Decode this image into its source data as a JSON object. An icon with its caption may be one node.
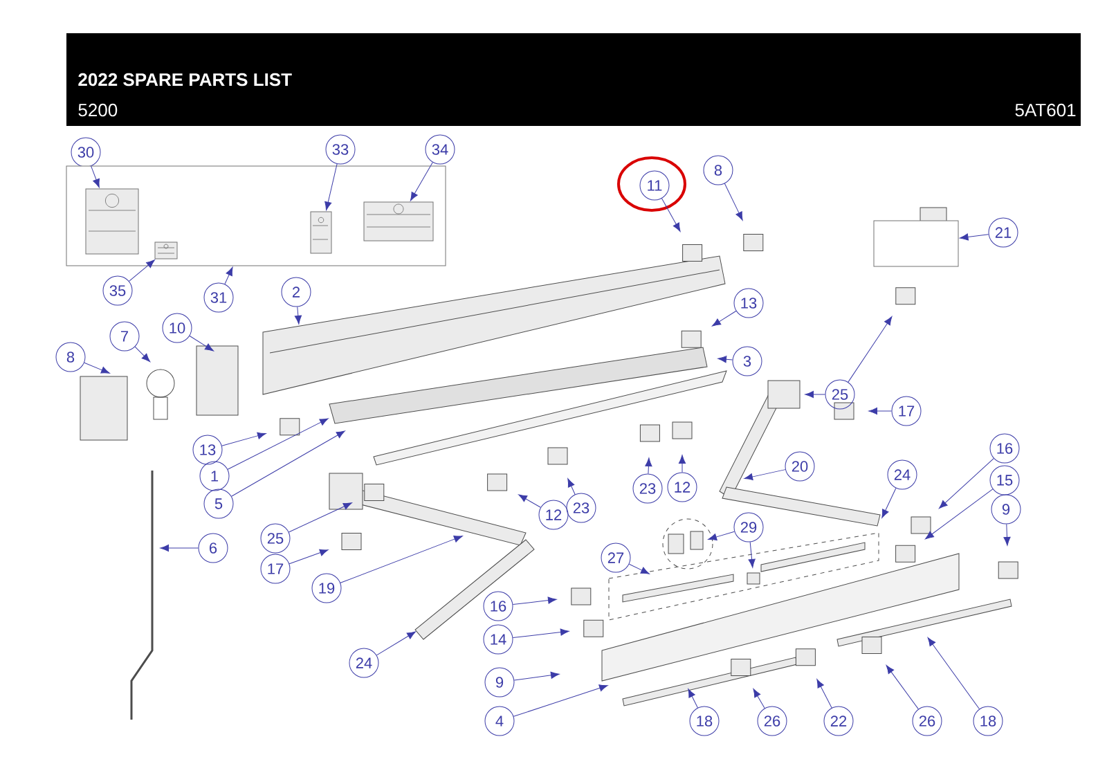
{
  "diagram": {
    "title": "2022 SPARE PARTS LIST",
    "nodes": [
      {
        "text": [
          "30"
        ]
      },
      {
        "text": [
          "33"
        ]
      },
      {
        "text": [
          "34"
        ]
      },
      {
        "text": [
          "35"
        ]
      },
      {
        "text": [
          "31"
        ]
      },
      {
        "text": [
          "2"
        ]
      },
      {
        "text": [
          "8"
        ]
      },
      {
        "text": [
          "7"
        ]
      },
      {
        "text": [
          "10"
        ]
      },
      {
        "text": [
          "13"
        ]
      },
      {
        "text": [
          "1"
        ]
      },
      {
        "text": [
          "5"
        ]
      },
      {
        "text": [
          "6"
        ]
      },
      {
        "text": [
          "25"
        ]
      },
      {
        "text": [
          "17"
        ]
      },
      {
        "text": [
          "19"
        ]
      },
      {
        "text": [
          "24"
        ]
      },
      {
        "text": [
          "16"
        ]
      },
      {
        "text": [
          "14"
        ]
      },
      {
        "text": [
          "9"
        ]
      },
      {
        "text": [
          "4"
        ]
      },
      {
        "text": [
          "11"
        ]
      },
      {
        "text": [
          "8"
        ]
      },
      {
        "text": [
          "21"
        ]
      },
      {
        "text": [
          "13"
        ]
      },
      {
        "text": [
          "3"
        ]
      },
      {
        "text": [
          "25"
        ]
      },
      {
        "text": [
          "17"
        ]
      },
      {
        "text": [
          "23"
        ]
      },
      {
        "text": [
          "12"
        ]
      },
      {
        "text": [
          "12"
        ]
      },
      {
        "text": [
          "23"
        ]
      },
      {
        "text": [
          "20"
        ]
      },
      {
        "text": [
          "24"
        ]
      },
      {
        "text": [
          "16"
        ]
      },
      {
        "text": [
          "15"
        ]
      },
      {
        "text": [
          "9"
        ]
      },
      {
        "text": [
          "29"
        ]
      },
      {
        "text": [
          "27"
        ]
      },
      {
        "text": [
          "18"
        ]
      },
      {
        "text": [
          "26"
        ]
      },
      {
        "text": [
          "22"
        ]
      },
      {
        "text": [
          "26"
        ]
      },
      {
        "text": [
          "18"
        ]
      },
      {
        "text": [],
        "shape": "box"
      },
      {
        "text": [],
        "shape": "box"
      },
      {
        "text": [],
        "shape": "picture",
        "in": 44
      },
      {
        "text": [],
        "shape": "picture",
        "in": 44
      },
      {
        "text": [],
        "shape": "picture",
        "in": 44
      },
      {
        "text": [],
        "shape": "picture",
        "in": 44
      }
    ],
    "edges": [
      {
        "from": 0,
        "to": 46,
        "arrow": "to"
      },
      {
        "from": 1,
        "to": 47,
        "arrow": "to"
      },
      {
        "from": 2,
        "to": 48,
        "arrow": "to"
      },
      {
        "from": 3,
        "to": 49,
        "arrow": "to"
      },
      {
        "from": 4,
        "to": 44,
        "arrow": "to"
      },
      {
        "from": 5,
        "to": null,
        "arrow": "to"
      },
      {
        "from": 6,
        "to": null,
        "arrow": "to"
      },
      {
        "from": 7,
        "to": null,
        "arrow": "to"
      },
      {
        "from": 8,
        "to": null,
        "arrow": "to"
      },
      {
        "from": 9,
        "to": null,
        "arrow": "to"
      },
      {
        "from": 10,
        "to": null,
        "arrow": "to"
      },
      {
        "from": 11,
        "to": null,
        "arrow": "to"
      },
      {
        "from": 12,
        "to": null,
        "arrow": "to"
      },
      {
        "from": 13,
        "to": null,
        "arrow": "to"
      },
      {
        "from": 14,
        "to": null,
        "arrow": "to"
      },
      {
        "from": 15,
        "to": null,
        "arrow": "to"
      },
      {
        "from": 16,
        "to": null,
        "arrow": "to"
      },
      {
        "from": 17,
        "to": null,
        "arrow": "to"
      },
      {
        "from": 18,
        "to": null,
        "arrow": "to"
      },
      {
        "from": 19,
        "to": null,
        "arrow": "to"
      },
      {
        "from": 20,
        "to": null,
        "arrow": "to"
      },
      {
        "from": 21,
        "to": null,
        "arrow": "to"
      },
      {
        "from": 22,
        "to": null,
        "arrow": "to"
      },
      {
        "from": 23,
        "to": 45,
        "arrow": "to"
      },
      {
        "from": 24,
        "to": null,
        "arrow": "to"
      },
      {
        "from": 25,
        "to": null,
        "arrow": "to"
      },
      {
        "from": 26,
        "to": null,
        "arrow": "to"
      },
      {
        "from": 27,
        "to": null,
        "arrow": "to"
      },
      {
        "from": 28,
        "to": null,
        "arrow": "to"
      },
      {
        "from": 29,
        "to": null,
        "arrow": "to"
      },
      {
        "from": 30,
        "to": null,
        "arrow": "to"
      },
      {
        "from": 31,
        "to": null,
        "arrow": "to"
      },
      {
        "from": 32,
        "to": null,
        "arrow": "to"
      },
      {
        "from": 33,
        "to": null,
        "arrow": "to"
      },
      {
        "from": 34,
        "to": null,
        "arrow": "to"
      },
      {
        "from": 35,
        "to": null,
        "arrow": "to"
      },
      {
        "from": 36,
        "to": null,
        "arrow": "to"
      },
      {
        "from": 37,
        "to": null,
        "arrow": "to"
      },
      {
        "from": 38,
        "to": null,
        "arrow": "to"
      },
      {
        "from": 39,
        "to": null,
        "arrow": "to"
      },
      {
        "from": 40,
        "to": null,
        "arrow": "to"
      },
      {
        "from": 41,
        "to": null,
        "arrow": "to"
      },
      {
        "from": 42,
        "to": null,
        "arrow": "to"
      },
      {
        "from": 43,
        "to": null,
        "arrow": "to"
      },
      {
        "from": 26,
        "to": null,
        "arrow": "to"
      },
      {
        "from": 37,
        "to": null,
        "arrow": "to"
      }
    ],
    "labels": [
      "5200",
      "5AT601"
    ]
  }
}
